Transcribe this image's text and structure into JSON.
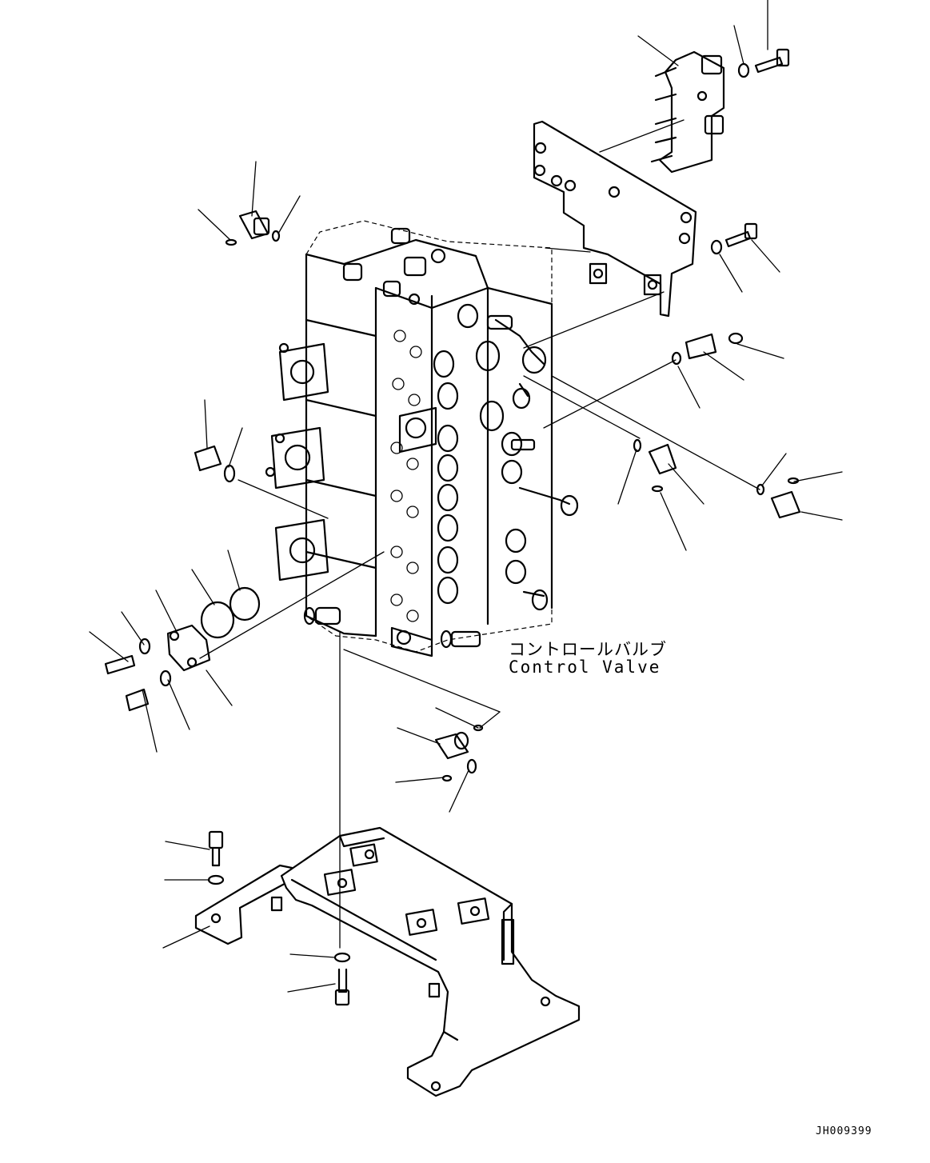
{
  "diagram": {
    "label_ja": "コントロールバルブ",
    "label_en": "Control Valve",
    "drawing_code": "JH009399"
  }
}
